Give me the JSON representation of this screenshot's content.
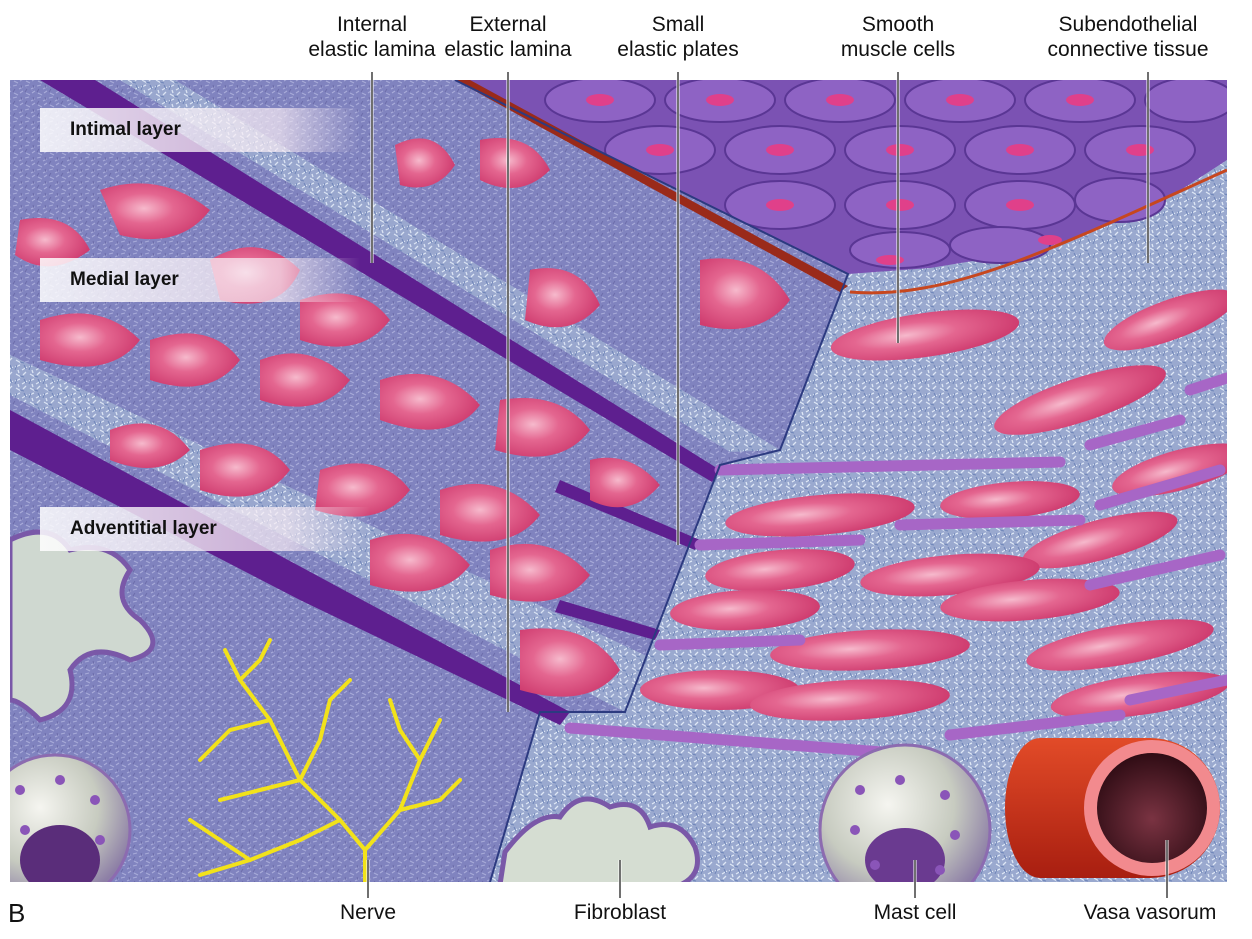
{
  "panel_letter": "B",
  "top_labels": [
    {
      "id": "internal-elastic-lamina",
      "line1": "Internal",
      "line2": "elastic lamina"
    },
    {
      "id": "external-elastic-lamina",
      "line1": "External",
      "line2": "elastic lamina"
    },
    {
      "id": "small-elastic-plates",
      "line1": "Small",
      "line2": "elastic plates"
    },
    {
      "id": "smooth-muscle-cells",
      "line1": "Smooth",
      "line2": "muscle cells"
    },
    {
      "id": "subendothelial-connective-tissue",
      "line1": "Subendothelial",
      "line2": "connective tissue"
    }
  ],
  "bottom_labels": [
    {
      "id": "nerve",
      "text": "Nerve"
    },
    {
      "id": "fibroblast",
      "text": "Fibroblast"
    },
    {
      "id": "mast-cell",
      "text": "Mast cell"
    },
    {
      "id": "vasa-vasorum",
      "text": "Vasa vasorum"
    }
  ],
  "layer_tags": [
    {
      "id": "intimal",
      "text": "Intimal layer"
    },
    {
      "id": "medial",
      "text": "Medial layer"
    },
    {
      "id": "adventitial",
      "text": "Adventitial layer"
    }
  ],
  "colors": {
    "tissue_bg": "#8c8fc4",
    "connective": "#9fb3cf",
    "elastic": "#5e1f8f",
    "muscle": "#d9487a",
    "endothelium": "#7a4fb0",
    "nerve": "#f2e21a",
    "vessel_outer": "#d2321a",
    "vessel_ring": "#f08a8a",
    "vessel_lumen": "#4a1622"
  }
}
